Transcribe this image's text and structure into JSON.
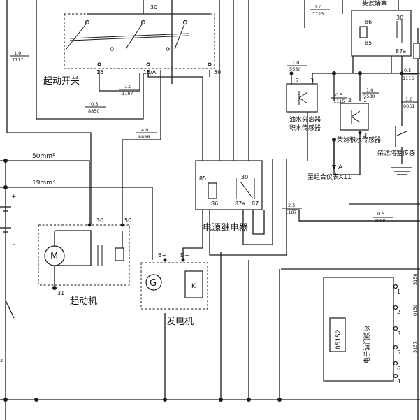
{
  "components": {
    "start_switch": {
      "label": "起动开关",
      "pins": [
        "30",
        "15",
        "15/A",
        "50"
      ]
    },
    "starter": {
      "label": "起动机",
      "pins": [
        "30",
        "50",
        "31"
      ],
      "motor_symbol": "M"
    },
    "generator": {
      "label": "发电机",
      "pins": [
        "B+",
        "D+"
      ],
      "symbol": "G"
    },
    "power_relay": {
      "label": "电源继电器",
      "pins": [
        "85",
        "86",
        "30",
        "87a",
        "87"
      ]
    },
    "water_sensor_oil_sep": {
      "label_line1": "油水分离器",
      "label_line2": "积水传感器",
      "pins": [
        "2",
        "3"
      ]
    },
    "diesel_water_sensor": {
      "label": "柴滤积水传感器",
      "pins": [
        "2",
        "3",
        "1"
      ]
    },
    "diesel_block_relay": {
      "label": "柴滤堵塞",
      "pins": [
        "86",
        "85",
        "30",
        "87a"
      ]
    },
    "diesel_block_sensor": {
      "label": "柴滤堵塞传感"
    },
    "cluster_link": {
      "label": "至组合仪表A11",
      "arrow_letter": "A"
    },
    "ecu_module": {
      "code": "85152",
      "label": "电子油门模块",
      "pins": [
        "1",
        "2",
        "3",
        "5",
        "6",
        "4"
      ],
      "wire_codes": [
        "5156",
        "0159",
        "5157"
      ]
    }
  },
  "wire_labels": {
    "w_30_top": "30",
    "w_10_7777": {
      "size": "1.0",
      "code": "7777"
    },
    "w_10_7723": {
      "size": "1.0",
      "code": "7723"
    },
    "w_10_1187_a": {
      "size": "1.0",
      "code": "1187"
    },
    "w_05_8850": {
      "size": "0.5",
      "code": "8850"
    },
    "w_40_8888": {
      "size": "4.0",
      "code": "8888"
    },
    "w_50mm": "50mm²",
    "w_19mm": "19mm²",
    "w_10_5530_a": {
      "size": "1.0",
      "code": "5530"
    },
    "w_05_1115_a": {
      "size": "0.5",
      "code": "1115"
    },
    "w_10_5530_b": {
      "size": "1.0",
      "code": "5530"
    },
    "w_05_1115_b": {
      "size": "0.5",
      "code": "1115"
    },
    "w_10_0051": {
      "size": "1.0",
      "code": "0051"
    },
    "w_25_1187": {
      "size": "2.5",
      "code": "1187"
    },
    "w_05_8899": {
      "size": "0.5",
      "code": "8899"
    }
  },
  "battery_signs": {
    "plus": "+",
    "minus": "-"
  },
  "edge_fragment": "2"
}
